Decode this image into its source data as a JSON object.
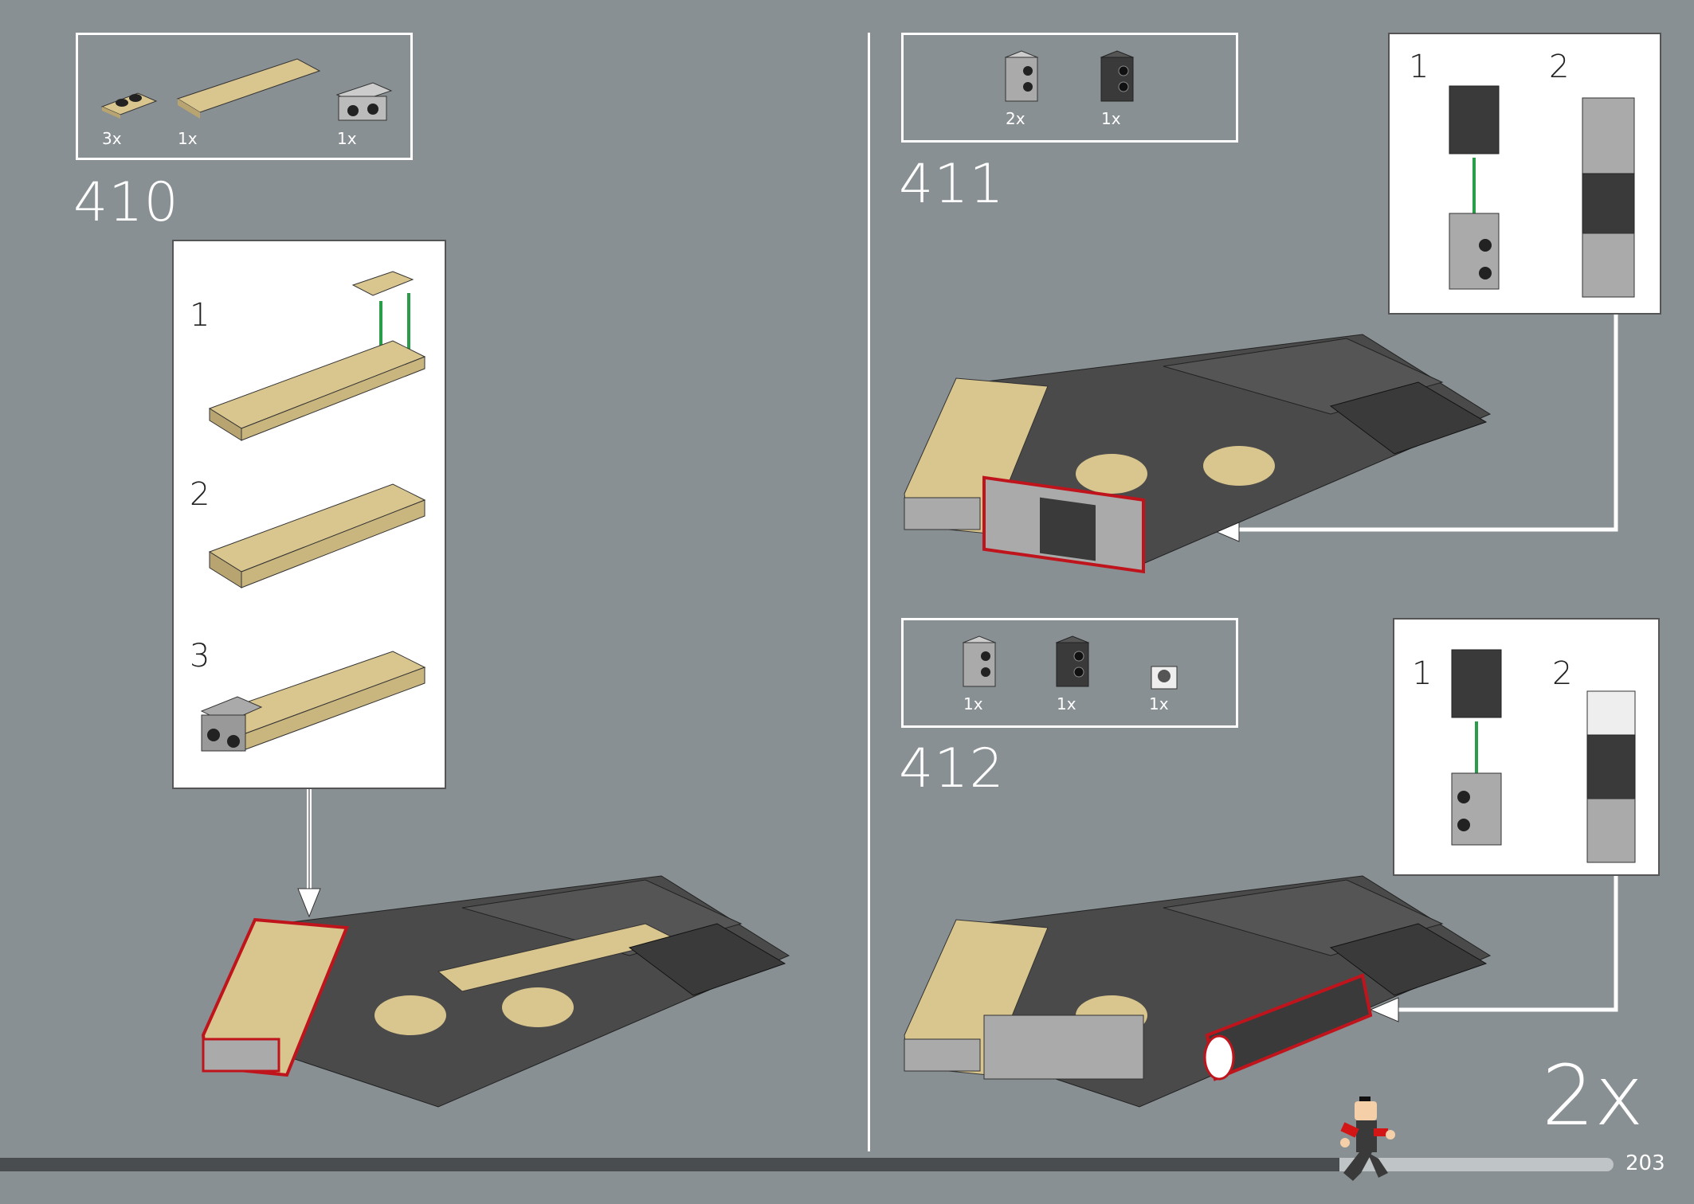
{
  "steps": [
    {
      "number": "410",
      "parts": [
        {
          "qty": "3x",
          "name": "tan-plate-1x2"
        },
        {
          "qty": "1x",
          "name": "tan-plate-2x6"
        },
        {
          "qty": "1x",
          "name": "grey-bracket"
        }
      ],
      "substeps": [
        "1",
        "2",
        "3"
      ]
    },
    {
      "number": "411",
      "parts": [
        {
          "qty": "2x",
          "name": "grey-brick-studs-side"
        },
        {
          "qty": "1x",
          "name": "dark-brick-studs-side"
        }
      ],
      "substeps": [
        "1",
        "2"
      ]
    },
    {
      "number": "412",
      "parts": [
        {
          "qty": "1x",
          "name": "grey-brick-studs-side"
        },
        {
          "qty": "1x",
          "name": "dark-brick-studs-side"
        },
        {
          "qty": "1x",
          "name": "white-round-piece"
        }
      ],
      "substeps": [
        "1",
        "2"
      ]
    }
  ],
  "multiplier": "2x",
  "page_number": "203",
  "progress_percent": 83,
  "colors": {
    "background": "#889093",
    "tan": "#d9c58e",
    "dark": "#3a3a3a",
    "grey": "#a9a9a9",
    "highlight": "#c0141c",
    "arrow": "#2a9d4a"
  }
}
